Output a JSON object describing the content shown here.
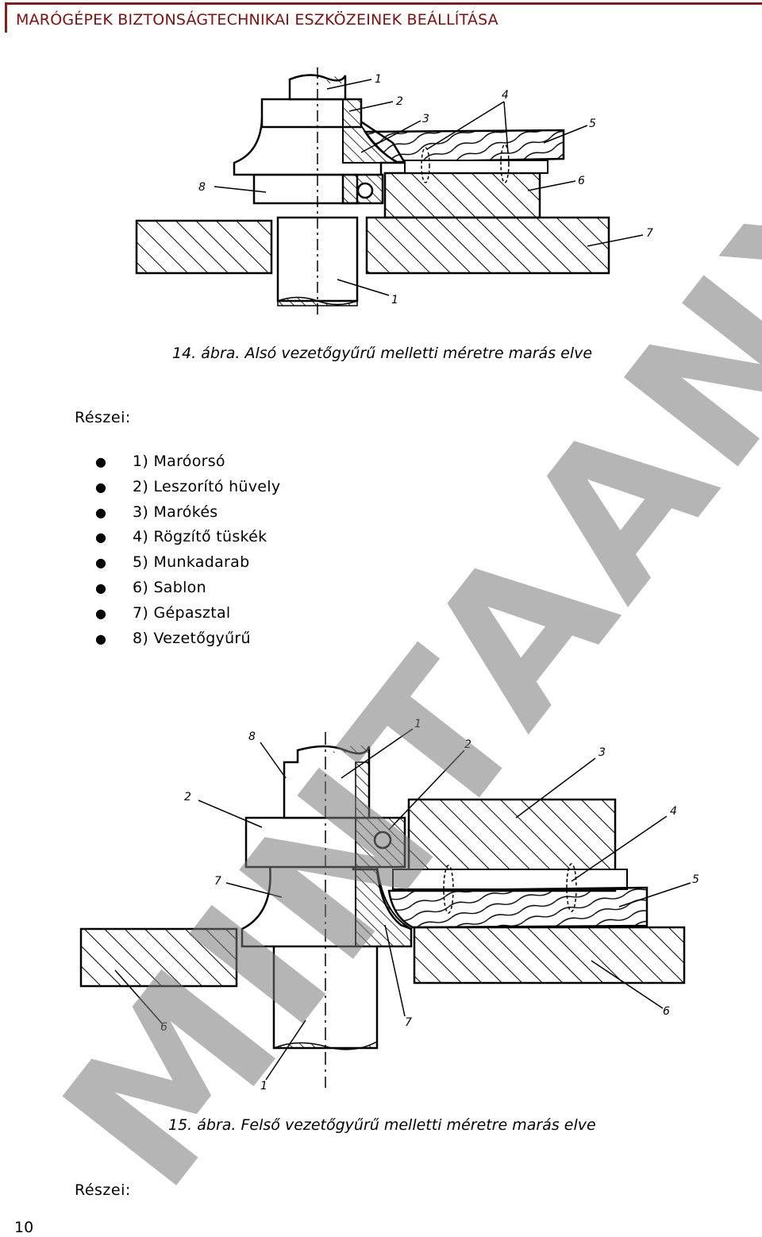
{
  "header": {
    "title": "MARÓGÉPEK BIZTONSÁGTECHNIKAI ESZKÖZEINEK BEÁLLÍTÁSA"
  },
  "figure14": {
    "caption": "14. ábra. Alsó vezetőgyűrű melletti méretre marás elve",
    "callouts": [
      "1",
      "2",
      "3",
      "4",
      "5",
      "6",
      "7",
      "8",
      "1"
    ]
  },
  "parts_label_1": "Részei:",
  "parts": [
    "1) Maróorsó",
    "2) Leszorító hüvely",
    "3) Marókés",
    "4) Rögzítő tüskék",
    "5) Munkadarab",
    "6) Sablon",
    "7) Gépasztal",
    "8) Vezetőgyűrű"
  ],
  "figure15": {
    "caption": "15. ábra. Felső vezetőgyűrű melletti méretre marás elve",
    "callouts": [
      "8",
      "1",
      "2",
      "3",
      "2",
      "4",
      "7",
      "5",
      "6",
      "7",
      "6",
      "1"
    ]
  },
  "parts_label_2": "Részei:",
  "watermark": "MINTAANYAG",
  "page_number": "10",
  "colors": {
    "header": "#7a1212",
    "header_rule": "#8b1a1a",
    "watermark": "#8a8a8a"
  }
}
